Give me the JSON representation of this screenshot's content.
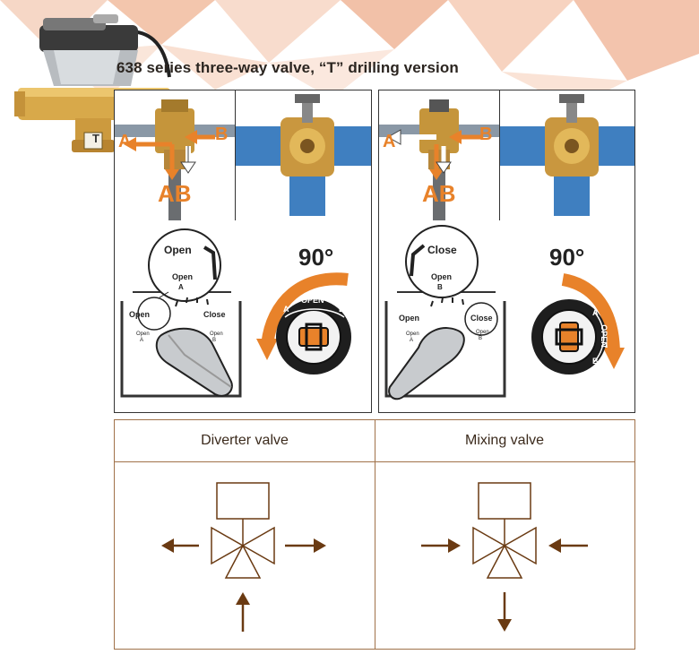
{
  "title": "638 series three-way valve, “T” drilling version",
  "product_badge": "T",
  "left_panel": {
    "port_a": "A",
    "port_b": "B",
    "port_ab": "AB",
    "dial_top_label": "Open",
    "dial_sub_label": "Open",
    "dial_sub_port": "A",
    "handle_left_label": "Open",
    "handle_left_sub": "Open",
    "handle_left_port": "A",
    "handle_right_label": "Close",
    "handle_right_sub": "Open",
    "handle_right_port": "B",
    "angle": "90°",
    "knob_text": "OPEN",
    "knob_a": "A",
    "knob_b": "B"
  },
  "right_panel": {
    "port_a": "A",
    "port_b": "B",
    "port_ab": "AB",
    "dial_top_label": "Close",
    "dial_sub_label": "Open",
    "dial_sub_port": "B",
    "handle_left_label": "Open",
    "handle_left_sub": "Open",
    "handle_left_port": "A",
    "handle_right_label": "Close",
    "handle_right_sub": "Open",
    "handle_right_port": "B",
    "angle": "90°",
    "knob_text": "OPEN",
    "knob_a": "A",
    "knob_b": "B"
  },
  "table": {
    "diverter_label": "Diverter valve",
    "mixing_label": "Mixing valve"
  },
  "colors": {
    "arrow_orange": "#e8822a",
    "pipe_blue": "#3f7fc0",
    "brass": "#d8a94a",
    "symbol_brown": "#6a3a12",
    "table_border": "#a0724a"
  }
}
